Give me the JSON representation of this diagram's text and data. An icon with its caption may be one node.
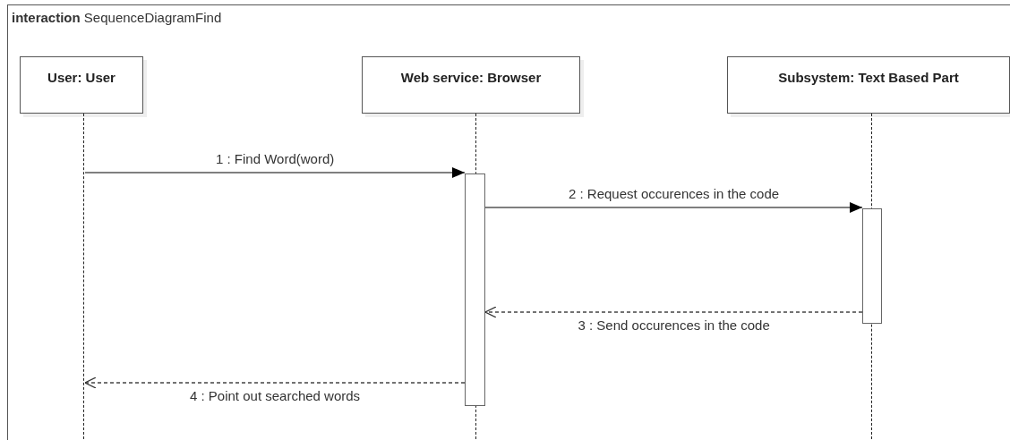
{
  "diagram": {
    "nodes": [
      {
        "text": [
          "**interaction** SequenceDiagramFind"
        ]
      },
      {
        "text": [
          "User: User"
        ],
        "in": 0
      },
      {
        "text": [
          "Web service: Browser"
        ],
        "in": 0
      },
      {
        "text": [
          "Subsystem: Text Based Part"
        ],
        "in": 0
      },
      {
        "text": [],
        "shape": "line",
        "in": 0
      },
      {
        "text": [],
        "shape": "line",
        "in": 0
      },
      {
        "text": [],
        "shape": "line",
        "in": 0
      },
      {
        "text": [],
        "shape": "bar",
        "in": 0
      },
      {
        "text": [],
        "shape": "bar",
        "in": 0
      }
    ],
    "edges": [
      {
        "from": 4,
        "to": 7,
        "arrow": "to",
        "label": "1 : Find Word(word)"
      },
      {
        "from": 7,
        "to": 8,
        "arrow": "to",
        "label": "2 : Request occurences in the code"
      },
      {
        "from": 8,
        "to": 7,
        "arrow": "to",
        "style": "dashed",
        "label": "3 : Send occurences in the code"
      },
      {
        "from": 7,
        "to": 4,
        "arrow": "to",
        "style": "dashed",
        "label": "4 : Point out searched words"
      }
    ]
  }
}
